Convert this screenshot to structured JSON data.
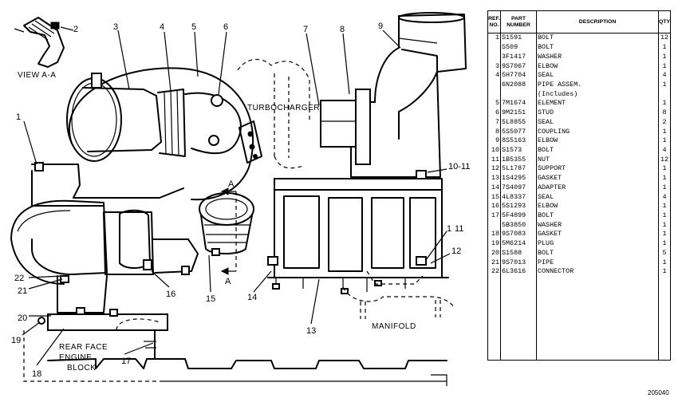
{
  "diagram": {
    "view_label": "VIEW A-A",
    "turbocharger_label": "TURBOCHARGER",
    "manifold_label": "MANIFOLD",
    "rear_face_label": [
      "REAR FACE",
      "ENGINE",
      "BLOCK"
    ],
    "section_marker": "A",
    "callouts": [
      "1",
      "2",
      "3",
      "4",
      "5",
      "6",
      "7",
      "8",
      "9",
      "10-11",
      "1",
      "11",
      "12",
      "13",
      "14",
      "15",
      "16",
      "17",
      "18",
      "19",
      "20",
      "21",
      "22"
    ]
  },
  "parts_table": {
    "headers": {
      "ref": "REF. NO.",
      "part": "PART NUMBER",
      "description": "DESCRIPTION",
      "qty": "QTY"
    },
    "rows": [
      {
        "ref": "1",
        "part": "S1591",
        "desc": "BOLT",
        "qty": "12"
      },
      {
        "ref": "",
        "part": "S509",
        "desc": "BOLT",
        "qty": "1"
      },
      {
        "ref": "",
        "part": "3F1417",
        "desc": "WASHER",
        "qty": "1"
      },
      {
        "ref": "3",
        "part": "9S7067",
        "desc": "ELBOW",
        "qty": "1"
      },
      {
        "ref": "4",
        "part": "5H7704",
        "desc": "SEAL",
        "qty": "4"
      },
      {
        "ref": "",
        "part": "6N2088",
        "desc": "PIPE ASSEM.",
        "qty": "1"
      },
      {
        "ref": "",
        "part": "",
        "desc": "(Includes)",
        "qty": ""
      },
      {
        "ref": "5",
        "part": "7M1674",
        "desc": "ELEMENT",
        "qty": "1"
      },
      {
        "ref": "6",
        "part": "9M2151",
        "desc": "STUD",
        "qty": "8"
      },
      {
        "ref": "7",
        "part": "5L8855",
        "desc": "SEAL",
        "qty": "2"
      },
      {
        "ref": "8",
        "part": "5S5077",
        "desc": "COUPLING",
        "qty": "1"
      },
      {
        "ref": "9",
        "part": "8S5163",
        "desc": "ELBOW",
        "qty": "1"
      },
      {
        "ref": "10",
        "part": "S1573",
        "desc": "BOLT",
        "qty": "4"
      },
      {
        "ref": "11",
        "part": "1B5355",
        "desc": "NUT",
        "qty": "12"
      },
      {
        "ref": "12",
        "part": "5L1787",
        "desc": "SUPPORT",
        "qty": "1"
      },
      {
        "ref": "13",
        "part": "1S4295",
        "desc": "GASKET",
        "qty": "1"
      },
      {
        "ref": "14",
        "part": "7S4097",
        "desc": "ADAPTER",
        "qty": "1"
      },
      {
        "ref": "15",
        "part": "4L8337",
        "desc": "SEAL",
        "qty": "4"
      },
      {
        "ref": "16",
        "part": "5S1293",
        "desc": "ELBOW",
        "qty": "1"
      },
      {
        "ref": "17",
        "part": "5F4899",
        "desc": "BOLT",
        "qty": "1"
      },
      {
        "ref": "",
        "part": "5B3850",
        "desc": "WASHER",
        "qty": "1"
      },
      {
        "ref": "18",
        "part": "9S7083",
        "desc": "GASKET",
        "qty": "1"
      },
      {
        "ref": "19",
        "part": "5M6214",
        "desc": "PLUG",
        "qty": "1"
      },
      {
        "ref": "20",
        "part": "S1588",
        "desc": "BOLT",
        "qty": "5"
      },
      {
        "ref": "21",
        "part": "9S7013",
        "desc": "PIPE",
        "qty": "1"
      },
      {
        "ref": "22",
        "part": "6L3616",
        "desc": "CONNECTOR",
        "qty": "1"
      }
    ]
  },
  "drawing_number": "205040"
}
